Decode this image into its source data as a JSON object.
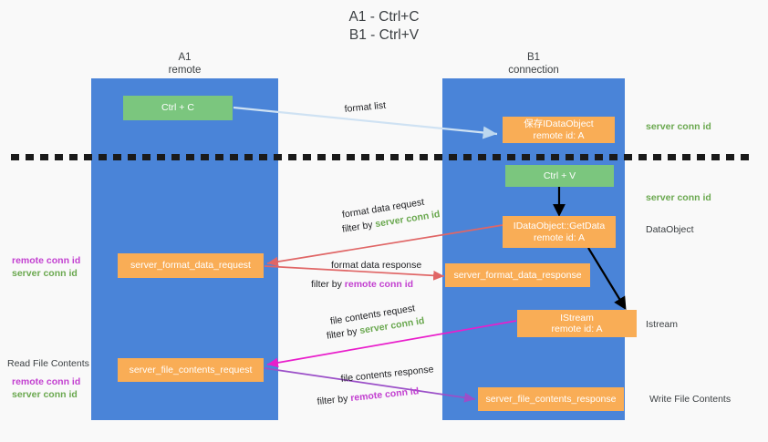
{
  "title": "A1 - Ctrl+C\nB1 - Ctrl+V",
  "columns": [
    {
      "name": "A1",
      "sub": "remote",
      "label": "A1\nremote"
    },
    {
      "name": "B1",
      "sub": "connection",
      "label": "B1\nconnection"
    }
  ],
  "boxes": {
    "ctrl_c": "Ctrl + C",
    "save_dataobject": "保存IDataObject\nremote id: A",
    "ctrl_v": "Ctrl + V",
    "getdata": "IDataObject::GetData\nremote id: A",
    "istream": "IStream\nremote id: A",
    "server_format_data_request": "server_format_data_request",
    "server_format_data_response": "server_format_data_response",
    "server_file_contents_request": "server_file_contents_request",
    "server_file_contents_response": "server_file_contents_response"
  },
  "right_labels": {
    "server_conn_id_1": "server conn id",
    "server_conn_id_2": "server conn id",
    "dataobject": "DataObject",
    "istream": "Istream",
    "write_file_contents": "Write File Contents"
  },
  "left_labels": {
    "remote_conn_id_1": "remote conn id",
    "server_conn_id_1": "server conn id",
    "read_file_contents": "Read File Contents",
    "remote_conn_id_2": "remote conn id",
    "server_conn_id_2": "server conn id"
  },
  "edge_labels": {
    "format_list": "format list",
    "format_data_request": "format data request",
    "format_data_request_filter_prefix": "filter by ",
    "format_data_request_filter_key": "server conn id",
    "format_data_response": "format data response",
    "format_data_response_filter_prefix": "filter by ",
    "format_data_response_filter_key": "remote conn id",
    "file_contents_request": "file contents request",
    "file_contents_request_filter_prefix": "filter by ",
    "file_contents_request_filter_key": "server conn id",
    "file_contents_response": "file contents response",
    "file_contents_response_filter_prefix": "filter by ",
    "file_contents_response_filter_key": "remote conn id"
  },
  "colors": {
    "lane_blue": "#4a84d8",
    "box_green": "#7bc67e",
    "box_orange": "#f9ad56",
    "accent_green_text": "#6aa84f",
    "accent_purple_text": "#c23fd0",
    "arrow_light_blue": "#cfe2f3",
    "arrow_red": "#e06666",
    "arrow_magenta": "#e91ecb",
    "arrow_purple": "#9b4fc8",
    "arrow_black": "#000000",
    "divider_black": "#1a1a1a",
    "background": "#f9f9f9"
  }
}
